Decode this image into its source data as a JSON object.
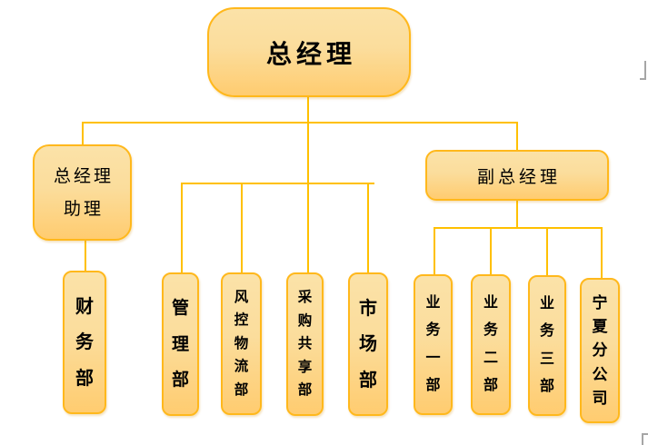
{
  "colors": {
    "line": "#FFC000",
    "node_border": "#FFB81C",
    "node_fill_top": "#FBE2A8",
    "node_fill_bottom": "#FFCC70",
    "text": "#000000",
    "crop_mark": "#A6A6A6"
  },
  "org": {
    "type": "org-chart",
    "root": {
      "label": "总经理"
    },
    "level2": {
      "assistant": {
        "label": "总经理助理",
        "lines": [
          "总经理",
          "助理"
        ]
      },
      "deputy": {
        "label": "副总经理"
      }
    },
    "departments": [
      {
        "label": "财务部",
        "reports_to": "总经理助理"
      },
      {
        "label": "管理部",
        "reports_to": "总经理"
      },
      {
        "label": "风控物流部",
        "reports_to": "总经理"
      },
      {
        "label": "采购共享部",
        "reports_to": "总经理"
      },
      {
        "label": "市场部",
        "reports_to": "总经理"
      },
      {
        "label": "业务一部",
        "reports_to": "副总经理"
      },
      {
        "label": "业务二部",
        "reports_to": "副总经理"
      },
      {
        "label": "业务三部",
        "reports_to": "副总经理"
      },
      {
        "label": "宁夏分公司",
        "reports_to": "副总经理"
      }
    ]
  }
}
